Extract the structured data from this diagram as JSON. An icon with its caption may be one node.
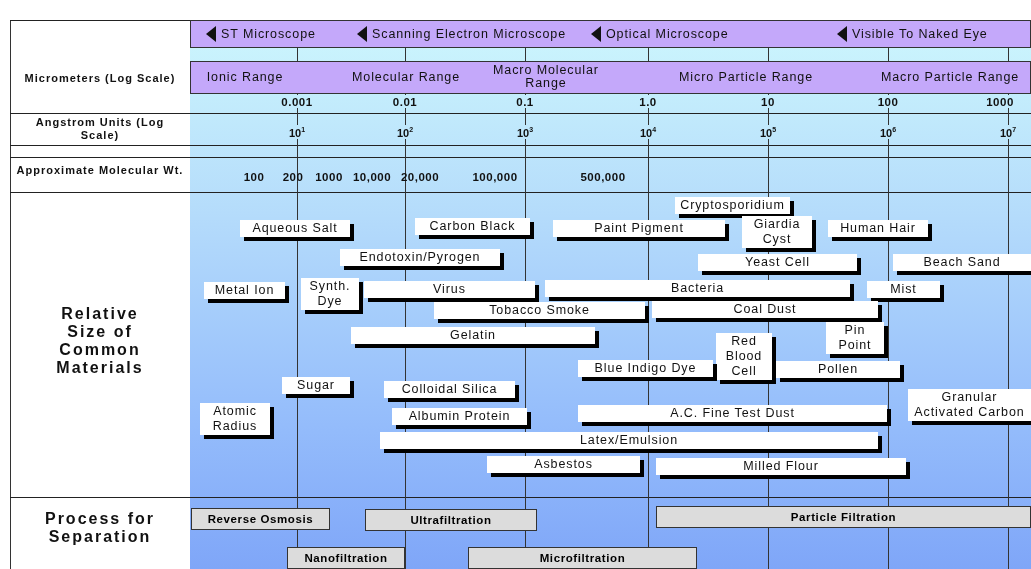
{
  "diagram": {
    "nodes": [
      {
        "text": [
          "ST Microscope",
          "Scanning Electron Microscope",
          "Optical Microscope",
          "Visible To Naked Eye"
        ]
      },
      {
        "text": [
          "Ionic Range",
          "Molecular Range",
          "Macro Molecular Range",
          "Micro Particle Range",
          "Macro Particle Range"
        ]
      },
      {
        "text": [
          "Cryptosporidium"
        ]
      },
      {
        "text": [
          "Carbon Black"
        ]
      },
      {
        "text": [
          "Aqueous Salt"
        ]
      },
      {
        "text": [
          "Paint Pigment"
        ]
      },
      {
        "text": [
          "Giardia Cyst"
        ]
      },
      {
        "text": [
          "Human Hair"
        ]
      },
      {
        "text": [
          "Endotoxin/Pyrogen"
        ]
      },
      {
        "text": [
          "Yeast Cell"
        ]
      },
      {
        "text": [
          "Beach Sand"
        ]
      },
      {
        "text": [
          "Synth. Dye"
        ]
      },
      {
        "text": [
          "Metal Ion"
        ]
      },
      {
        "text": [
          "Virus"
        ]
      },
      {
        "text": [
          "Bacteria"
        ]
      },
      {
        "text": [
          "Mist"
        ]
      },
      {
        "text": [
          "Coal Dust"
        ]
      },
      {
        "text": [
          "Tobacco Smoke"
        ]
      },
      {
        "text": [
          "Pin Point"
        ]
      },
      {
        "text": [
          "Gelatin"
        ]
      },
      {
        "text": [
          "Red Blood Cell"
        ]
      },
      {
        "text": [
          "Blue Indigo Dye"
        ]
      },
      {
        "text": [
          "Pollen"
        ]
      },
      {
        "text": [
          "Sugar"
        ]
      },
      {
        "text": [
          "Colloidal Silica"
        ]
      },
      {
        "text": [
          "Granular Activated Carbon"
        ]
      },
      {
        "text": [
          "Atomic Radius"
        ]
      },
      {
        "text": [
          "Albumin Protein"
        ]
      },
      {
        "text": [
          "A.C. Fine Test Dust"
        ]
      },
      {
        "text": [
          "Latex/Emulsion"
        ]
      },
      {
        "text": [
          "Asbestos"
        ]
      },
      {
        "text": [
          "Milled Flour"
        ]
      },
      {
        "text": [
          "Particle Filtration"
        ]
      },
      {
        "text": [
          "Reverse Osmosis"
        ]
      },
      {
        "text": [
          "Ultrafiltration"
        ]
      },
      {
        "text": [
          "Nanofiltration"
        ]
      },
      {
        "text": [
          "Microfiltration"
        ]
      }
    ],
    "labels": [
      "Micrometers (Log Scale)",
      "0.001",
      "0.01",
      "0.1",
      "1.0",
      "10",
      "100",
      "1000",
      "Angstrom Units (Log Scale)",
      "10$^{1}$",
      "10$^{2}$",
      "10$^{3}$",
      "10$^{4}$",
      "10$^{5}$",
      "10$^{6}$",
      "10$^{7}$",
      "Approximate Molecular Wt.",
      "100",
      "200",
      "1000",
      "10,000",
      "20,000",
      "100,000",
      "500,000",
      "Relative Size of Common Materials",
      "Process for Separation"
    ]
  }
}
